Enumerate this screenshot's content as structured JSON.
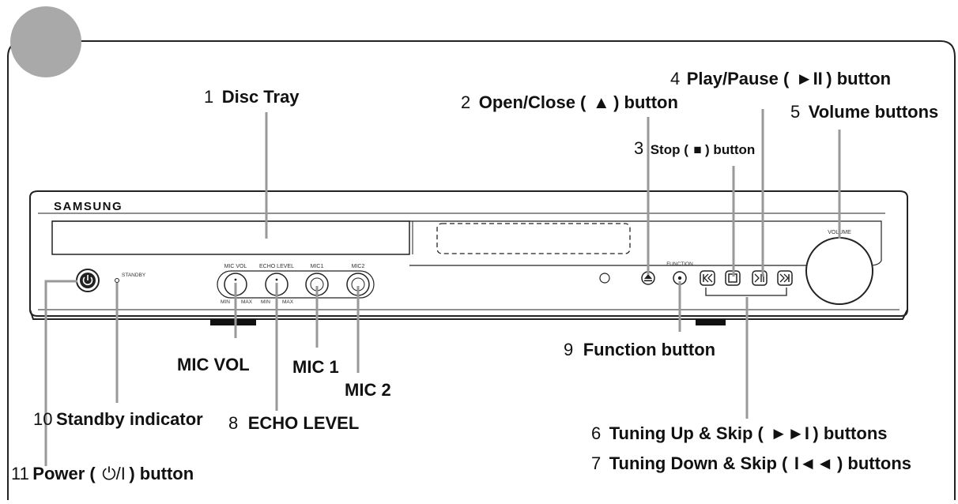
{
  "device": {
    "brand": "SAMSUNG",
    "standby_label": "STANDBY",
    "function_label": "FUNCTION",
    "volume_label": "VOLUME",
    "min_label": "MIN",
    "max_label": "MAX",
    "knobs": [
      {
        "label": "MIC VOL"
      },
      {
        "label": "ECHO LEVEL"
      },
      {
        "label": "MIC1"
      },
      {
        "label": "MIC2"
      }
    ]
  },
  "callouts": {
    "disc_tray": {
      "num": "1",
      "text": "Disc Tray"
    },
    "open_close": {
      "num": "2",
      "text": "Open/Close (",
      "symbol": "▲",
      "text_after": " ) button"
    },
    "stop": {
      "num": "3",
      "text": "Stop (",
      "symbol": "■",
      "text_after": ") button"
    },
    "play_pause": {
      "num": "4",
      "text": "Play/Pause (",
      "symbol": "►II",
      "text_after": ") button"
    },
    "volume": {
      "num": "5",
      "text": "Volume buttons"
    },
    "tuning_up": {
      "num": "6",
      "text": "Tuning Up & Skip (",
      "symbol": "►►I",
      "text_after": " ) buttons"
    },
    "tuning_down": {
      "num": "7",
      "text": "Tuning Down & Skip (",
      "symbol": "I◄◄",
      "text_after": " ) buttons"
    },
    "echo_level": {
      "num": "8",
      "text": "ECHO LEVEL"
    },
    "function": {
      "num": "9",
      "text": "Function button"
    },
    "standby": {
      "num": "10",
      "text": "Standby indicator"
    },
    "power": {
      "num": "11",
      "text": "Power (",
      "symbol": "⏻/I",
      "text_after": ") button"
    },
    "mic_vol": {
      "text": "MIC VOL"
    },
    "mic1": {
      "text": "MIC 1"
    },
    "mic2": {
      "text": "MIC 2"
    }
  }
}
